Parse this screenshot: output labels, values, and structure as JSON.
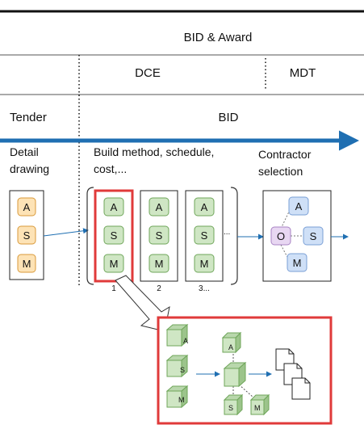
{
  "header": {
    "top_label": "BID & Award",
    "dce_label": "DCE",
    "mdt_label": "MDT",
    "tender_label": "Tender",
    "bid_label": "BID"
  },
  "columns": {
    "detail_line1": "Detail",
    "detail_line2": "drawing",
    "build_line1": "Build method, schedule,",
    "build_line2": "cost,...",
    "contractor_line1": "Contractor",
    "contractor_line2": "selection"
  },
  "boxes": {
    "a": "A",
    "s": "S",
    "m": "M",
    "o": "O"
  },
  "indices": {
    "first": "1",
    "second": "2",
    "third": "3...",
    "more": "..."
  },
  "colors": {
    "arrow_blue": "#1f6fb2",
    "highlight_red": "#e03a3a",
    "orange_fill": "#fde3b6",
    "orange_stroke": "#d99a3a",
    "green_fill": "#cfe6c4",
    "green_stroke": "#6fa65a",
    "blue_fill": "#cfe0f7",
    "blue_stroke": "#7a9fd6",
    "purple_fill": "#e8d7f2",
    "purple_stroke": "#a883c4"
  }
}
